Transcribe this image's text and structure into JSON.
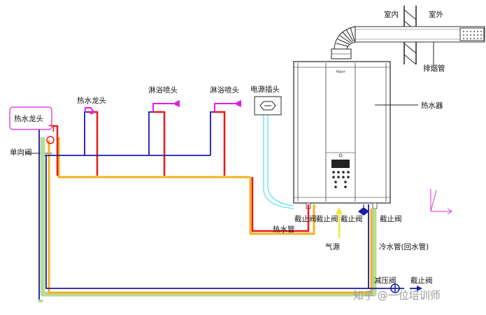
{
  "labels": {
    "indoor": "室内",
    "outdoor": "室外",
    "exhaust_pipe": "排烟管",
    "heater": "热水器",
    "power_plug": "电源插头",
    "hot_tap_box": "热水龙头",
    "check_valve": "单向阀",
    "hot_tap": "热水龙头",
    "shower_1": "淋浴喷头",
    "shower_2": "淋浴喷头",
    "shutoff_1": "截止阀",
    "shutoff_2": "截止阀",
    "shutoff_3": "截止阀",
    "shutoff_4": "截止阀",
    "hot_pipe": "热水管",
    "gas": "气源",
    "cold_pipe": "冷水管(回水管)",
    "reducer_valve": "减压阀",
    "shutoff_bottom": "截止阀",
    "heater_brand": "Haier",
    "watermark": "知乎 @一位培训师"
  },
  "colors": {
    "hot_pipe": "#e81919",
    "cold_pipe": "#1a1aa6",
    "return_pipe": "#f2b21c",
    "cold_highlight": "#b7dc9a",
    "shower_head": "#e020e0",
    "power_cable": "#55e0e6",
    "gas_pipe": "#f4e33a"
  }
}
